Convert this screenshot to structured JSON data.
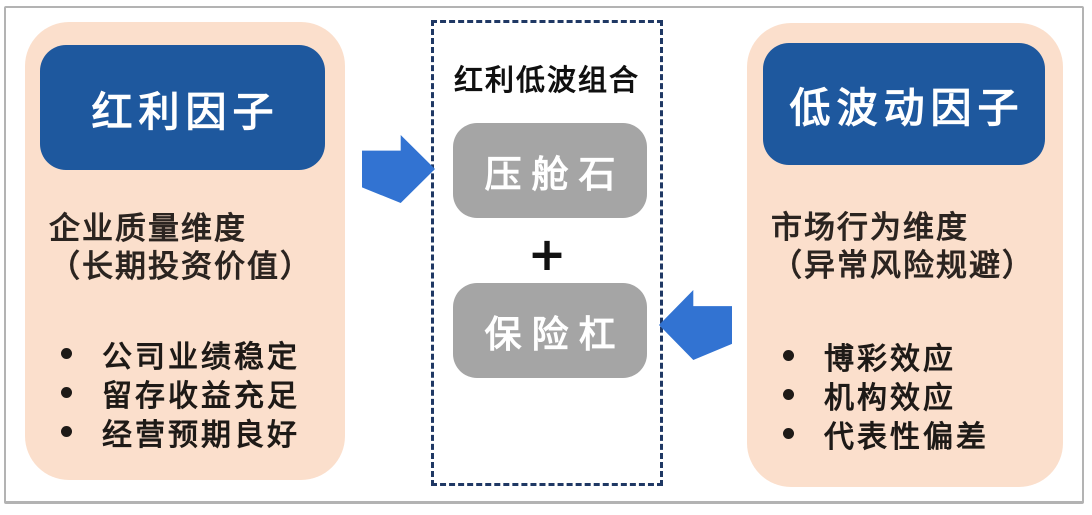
{
  "diagram": {
    "left_panel": {
      "title": "红利因子",
      "subtitle_line1": "企业质量维度",
      "subtitle_line2": "（长期投资价值）",
      "bullets": [
        "公司业绩稳定",
        "留存收益充足",
        "经营预期良好"
      ]
    },
    "center_panel": {
      "title": "红利低波组合",
      "box1_label": "压舱石",
      "plus": "+",
      "box2_label": "保险杠"
    },
    "right_panel": {
      "title": "低波动因子",
      "subtitle_line1": "市场行为维度",
      "subtitle_line2": "（异常风险规避）",
      "bullets": [
        "博彩效应",
        "机构效应",
        "代表性偏差"
      ]
    },
    "colors": {
      "panel_background": "#FBDFCC",
      "header_blue": "#1E589E",
      "arrow_blue": "#3273D2",
      "gray_box": "#A5A5A5",
      "dashed_border": "#1F3864",
      "frame_border": "#B3B3B3"
    }
  }
}
